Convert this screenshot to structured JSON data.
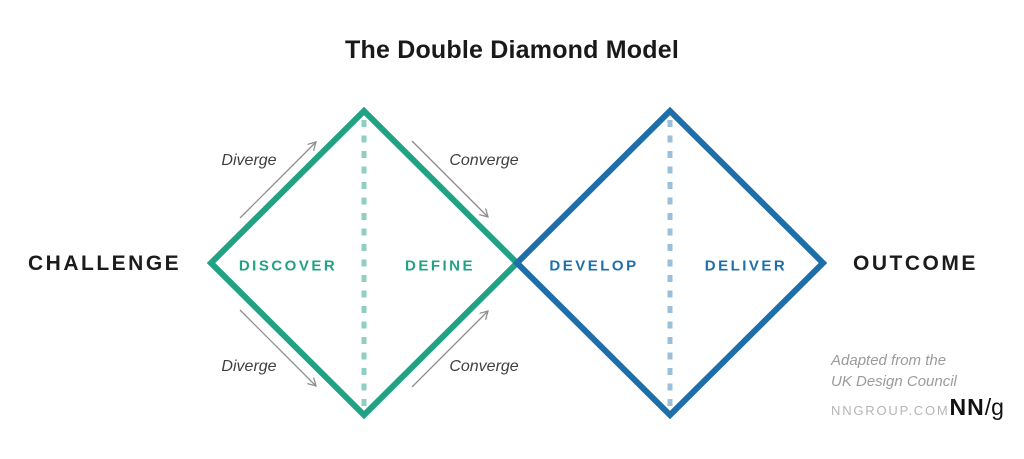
{
  "title": "The Double Diamond Model",
  "colors": {
    "green": "#21a284",
    "green_dash": "#90cfc0",
    "blue": "#1e6fa9",
    "blue_dash": "#9bbfd8",
    "arrow_gray": "#8e8e8e"
  },
  "endpoints": {
    "left": "CHALLENGE",
    "right": "OUTCOME"
  },
  "diamonds": [
    {
      "name": "discovery-diamond",
      "color": "#21a284",
      "phases": [
        "DISCOVER",
        "DEFINE"
      ]
    },
    {
      "name": "delivery-diamond",
      "color": "#1e6fa9",
      "phases": [
        "DEVELOP",
        "DELIVER"
      ]
    }
  ],
  "flow_labels": {
    "top_left": "Diverge",
    "top_right": "Converge",
    "bottom_left": "Diverge",
    "bottom_right": "Converge"
  },
  "attribution": {
    "line1": "Adapted from the",
    "line2": "UK Design Council"
  },
  "footer": {
    "site": "NNGROUP.COM",
    "logo_nn": "NN",
    "logo_slash": "/",
    "logo_g": "g"
  }
}
